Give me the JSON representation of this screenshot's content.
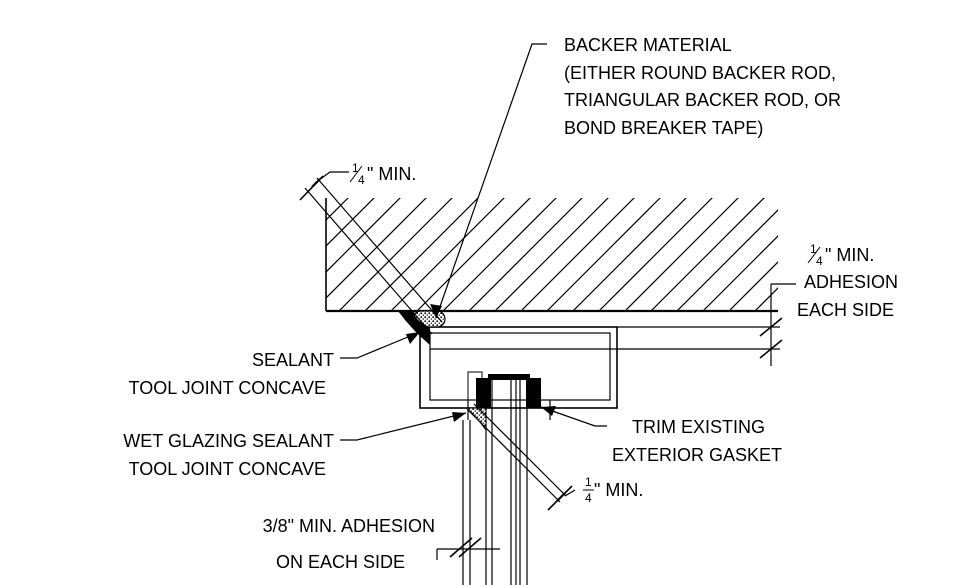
{
  "diagram": {
    "labels": {
      "backer": [
        "BACKER MATERIAL",
        "(EITHER ROUND BACKER ROD,",
        "TRIANGULAR BACKER ROD, OR",
        "BOND BREAKER TAPE)"
      ],
      "min_top_frac_num": "1",
      "min_top_frac_den": "4",
      "min_top_text": "\" MIN.",
      "adhesion_right": [
        "\" MIN.",
        "ADHESION",
        "EACH SIDE"
      ],
      "adhesion_right_frac_num": "1",
      "adhesion_right_frac_den": "4",
      "sealant": [
        "SEALANT",
        "TOOL JOINT CONCAVE"
      ],
      "wet_glazing": [
        "WET GLAZING SEALANT",
        "TOOL JOINT CONCAVE"
      ],
      "trim": [
        "TRIM EXISTING",
        "EXTERIOR GASKET"
      ],
      "min_lower_frac_num": "1",
      "min_lower_frac_den": "4",
      "min_lower_text": "\" MIN.",
      "adhesion_bottom": [
        "3/8\" MIN. ADHESION",
        "ON EACH SIDE"
      ]
    }
  }
}
